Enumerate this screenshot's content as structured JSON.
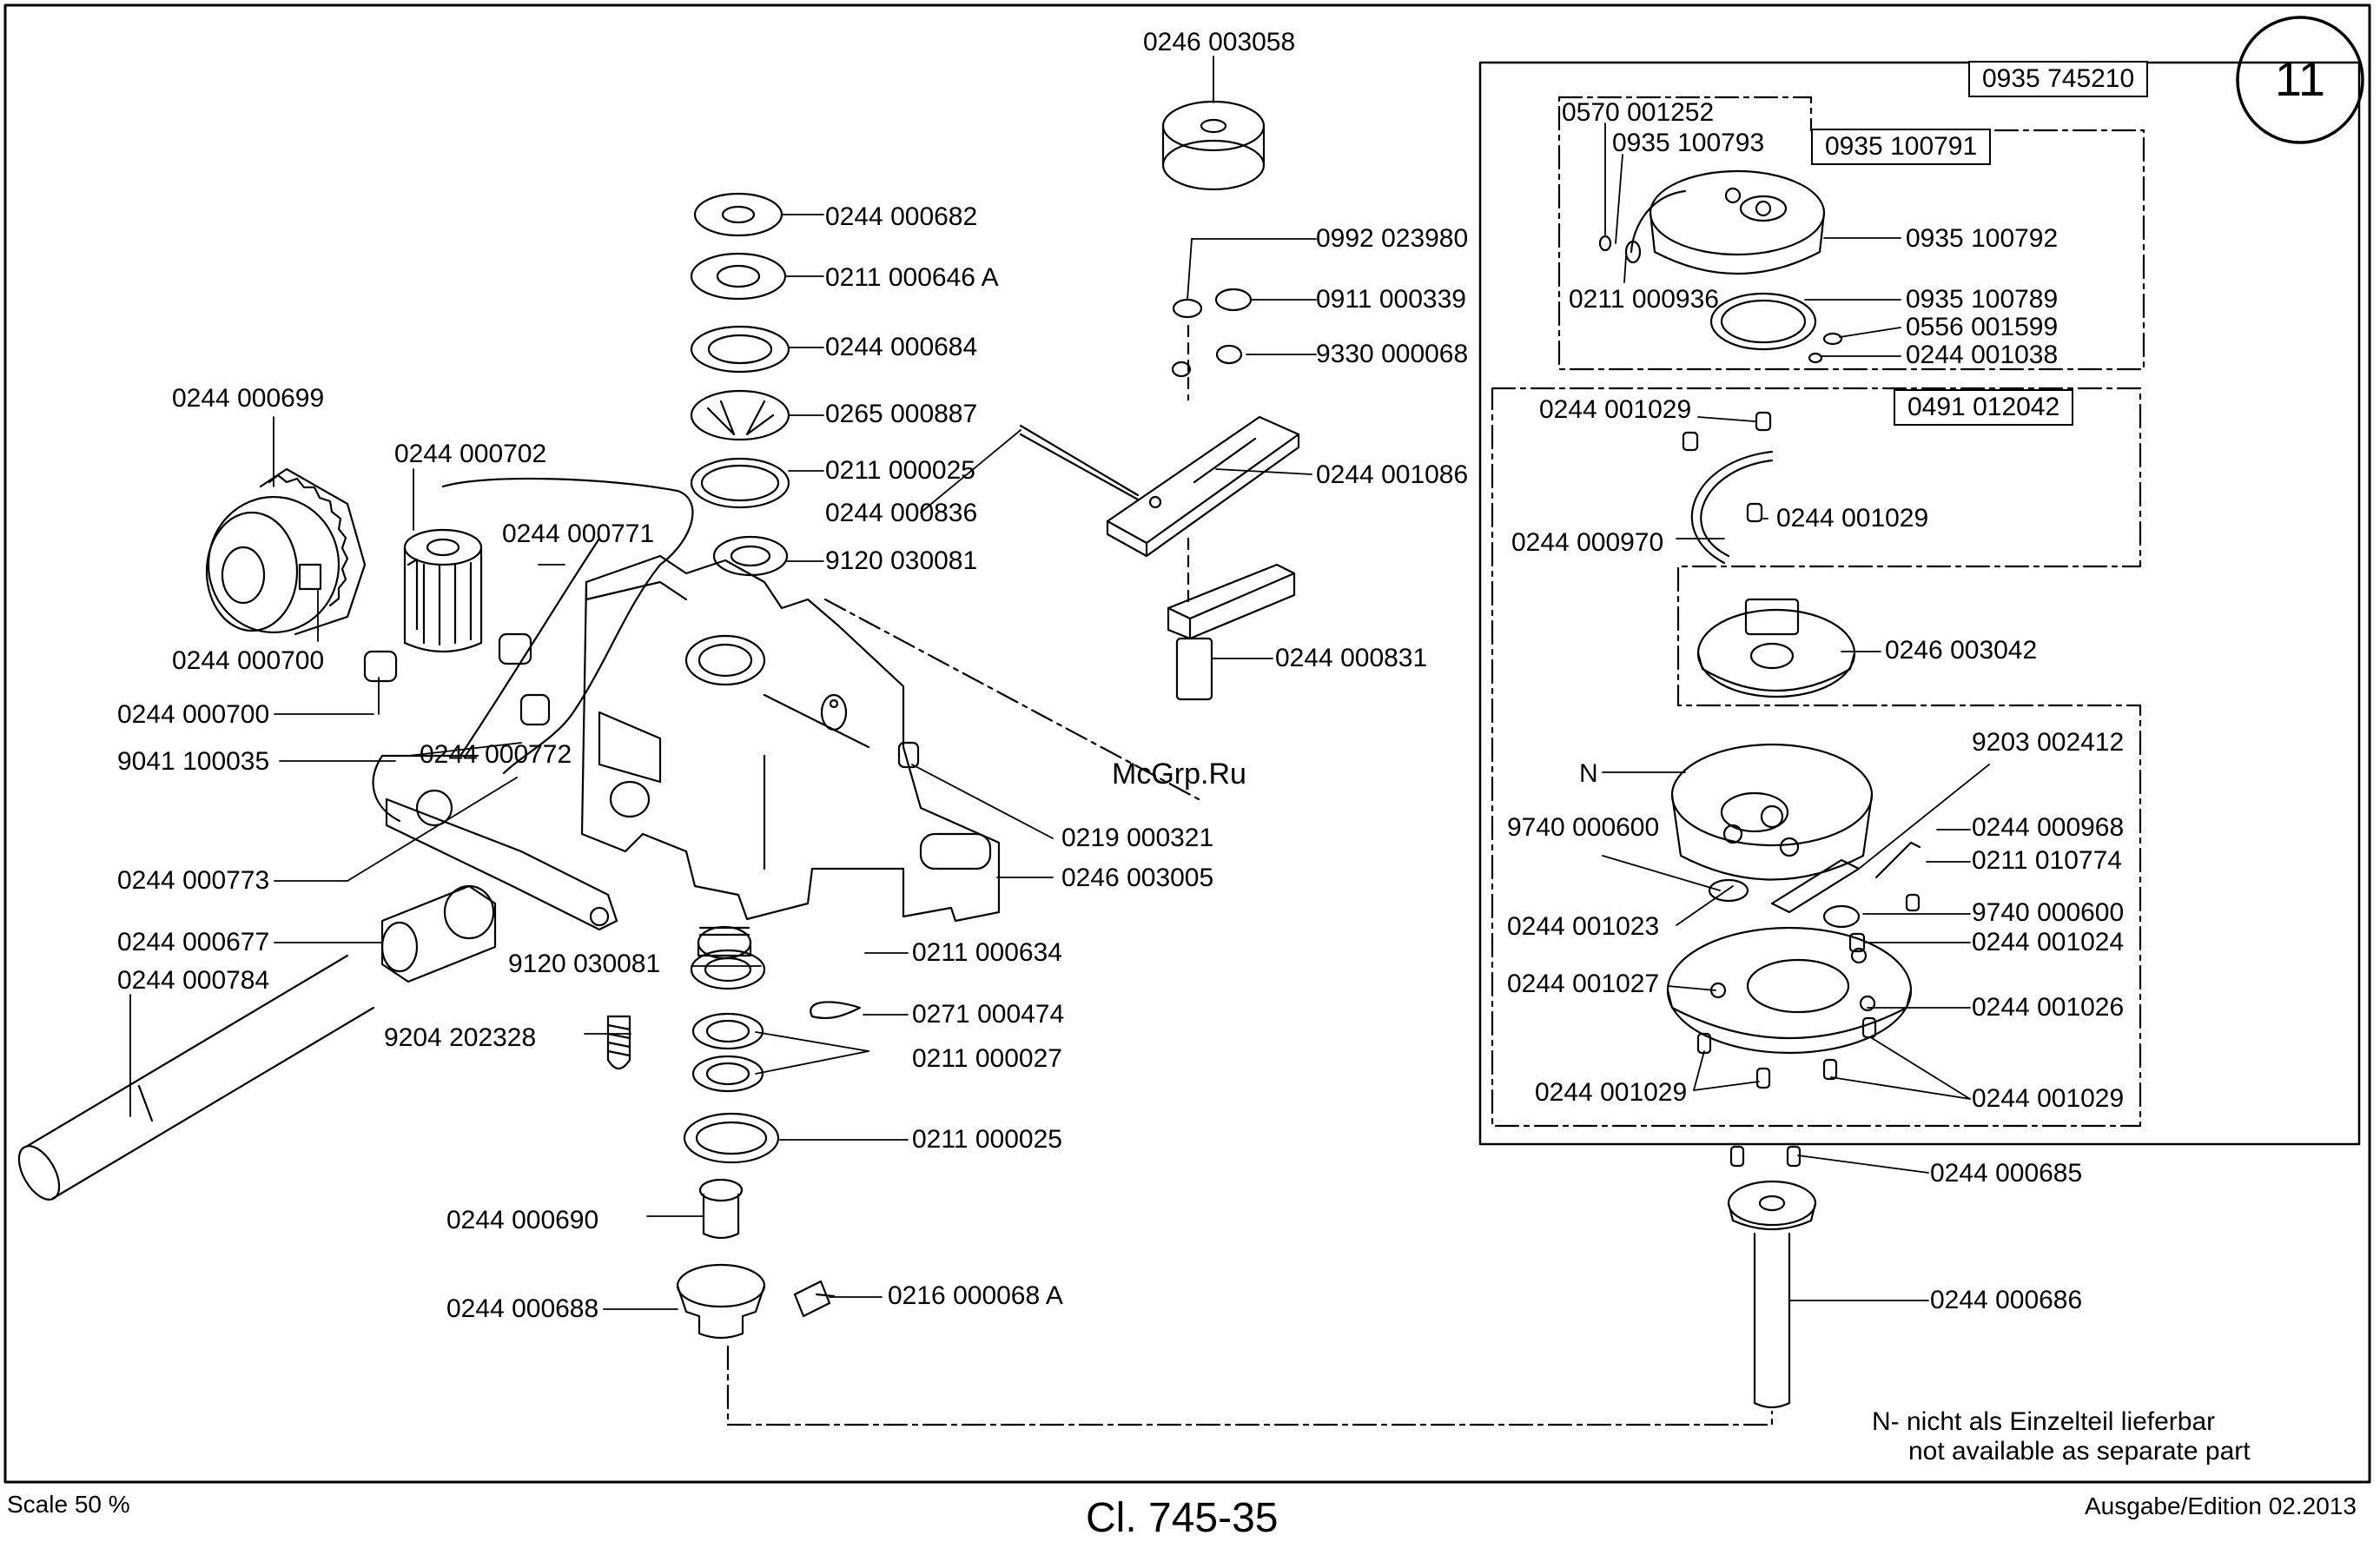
{
  "page_number": "11",
  "watermark": "McGrp.Ru",
  "boxes": {
    "outer": "0935 745210",
    "upper": "0935 100791",
    "middle": "0491 012042"
  },
  "marker_n": "N",
  "note": {
    "line1": "N- nicht als Einzelteil lieferbar",
    "line2": "not available as separate part"
  },
  "footer": {
    "scale": "Scale 50 %",
    "model": "Cl. 745-35",
    "edition": "Ausgabe/Edition 02.2013"
  },
  "labels": {
    "p0246_003058": "0246 003058",
    "p0244_000682": "0244 000682",
    "p0211_000646A": "0211 000646 A",
    "p0244_000684": "0244 000684",
    "p0265_000887": "0265 000887",
    "p0211_000025a": "0211 000025",
    "p0244_000836": "0244 000836",
    "p9120_030081a": "9120 030081",
    "p0244_000699": "0244 000699",
    "p0244_000702": "0244 000702",
    "p0244_000771": "0244 000771",
    "p0244_000700a": "0244 000700",
    "p0244_000700b": "0244 000700",
    "p9041_100035": "9041 100035",
    "p0244_000772": "0244 000772",
    "p0244_000773": "0244 000773",
    "p0244_000677": "0244 000677",
    "p0244_000784": "0244 000784",
    "p0992_023980": "0992 023980",
    "p0911_000339": "0911 000339",
    "p9330_000068": "9330 000068",
    "p0244_001086": "0244 001086",
    "p0244_000831": "0244 000831",
    "p0219_000321": "0219 000321",
    "p0246_003005": "0246 003005",
    "p9120_030081b": "9120 030081",
    "p0211_000634": "0211 000634",
    "p0271_000474": "0271 000474",
    "p9204_202328": "9204 202328",
    "p0211_000027": "0211 000027",
    "p0211_000025b": "0211 000025",
    "p0244_000690": "0244 000690",
    "p0244_000688": "0244 000688",
    "p0216_000068A": "0216 000068 A",
    "p0570_001252": "0570 001252",
    "p0935_100793": "0935 100793",
    "p0935_100792": "0935 100792",
    "p0211_000936": "0211 000936",
    "p0935_100789": "0935 100789",
    "p0556_001599": "0556 001599",
    "p0244_001038": "0244 001038",
    "p0244_001029a": "0244 001029",
    "p0244_001029b": "0244 001029",
    "p0244_000970": "0244 000970",
    "p0246_003042": "0246 003042",
    "p9203_002412": "9203 002412",
    "p9740_000600a": "9740 000600",
    "p0244_000968": "0244 000968",
    "p0211_010774": "0211 010774",
    "p9740_000600b": "9740 000600",
    "p0244_001023": "0244 001023",
    "p0244_001024": "0244 001024",
    "p0244_001027": "0244 001027",
    "p0244_001026": "0244 001026",
    "p0244_001029c": "0244 001029",
    "p0244_001029d": "0244 001029",
    "p0244_000685": "0244 000685",
    "p0244_000686": "0244 000686"
  }
}
